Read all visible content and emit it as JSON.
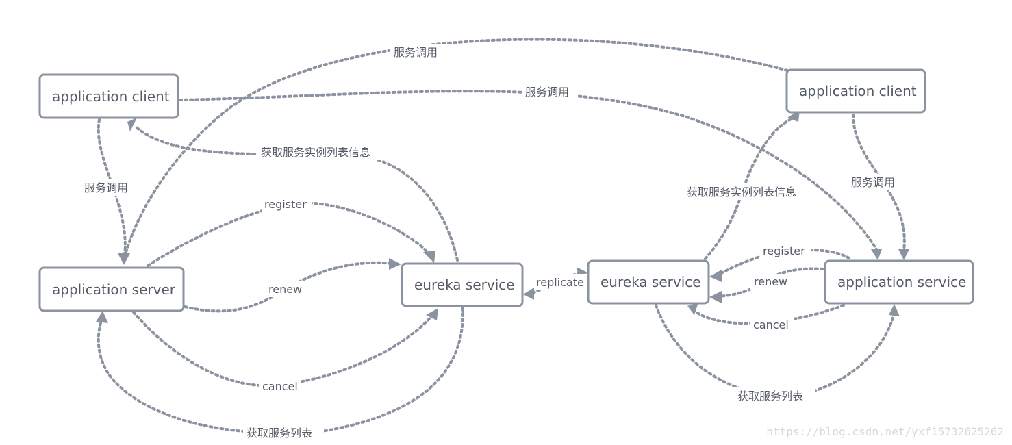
{
  "nodes": {
    "left_client": "application client",
    "left_server": "application server",
    "left_eureka": "eureka service",
    "right_eureka": "eureka service",
    "right_service": "application service",
    "right_client": "application client"
  },
  "edge_labels": {
    "client_to_server_call": "服务调用",
    "right_client_to_left_server_call": "服务调用",
    "left_client_to_right_service_call": "服务调用",
    "left_eureka_to_client_fetch": "获取服务实例列表信息",
    "left_register": "register",
    "left_renew": "renew",
    "left_cancel": "cancel",
    "left_fetch_list": "获取服务列表",
    "replicate": "replicate",
    "right_eureka_to_client_fetch": "获取服务实例列表信息",
    "right_client_to_service_call": "服务调用",
    "right_register": "register",
    "right_renew": "renew",
    "right_cancel": "cancel",
    "right_fetch_list": "获取服务列表"
  },
  "watermark": "https://blog.csdn.net/yxf15732625262",
  "colors": {
    "stroke": "#8b93a0",
    "text": "#555b66",
    "watermark": "#d8d8d8"
  }
}
